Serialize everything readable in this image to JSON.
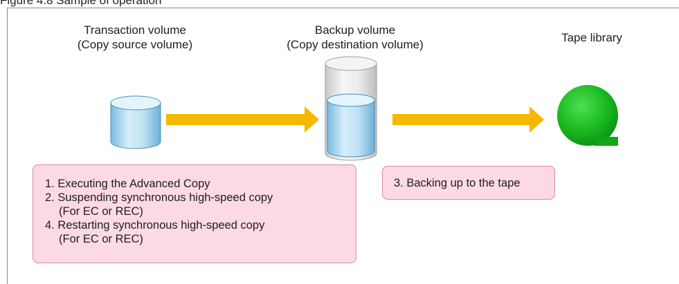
{
  "caption": "Figure 4.8 Sample of operation",
  "labels": {
    "transaction_volume": [
      "Transaction volume",
      "(Copy source volume)"
    ],
    "backup_volume": [
      "Backup volume",
      "(Copy destination volume)"
    ],
    "tape_library": "Tape library"
  },
  "notes": {
    "left": [
      "1. Executing the Advanced Copy",
      "2. Suspending synchronous high-speed copy",
      "(For EC or REC)",
      "4. Restarting synchronous high-speed copy",
      "(For EC or REC)"
    ],
    "right": "3. Backing up to the tape"
  },
  "colors": {
    "arrow": "#f5b800",
    "volume_blue": "#a9d6ee",
    "tape_green": "#1fbf28",
    "note_fill": "#fbd9e5",
    "note_border": "#d98aa6"
  },
  "icons": [
    "disk-cylinder-icon",
    "backup-cylinder-icon",
    "tape-reel-icon",
    "arrow-right-icon"
  ]
}
